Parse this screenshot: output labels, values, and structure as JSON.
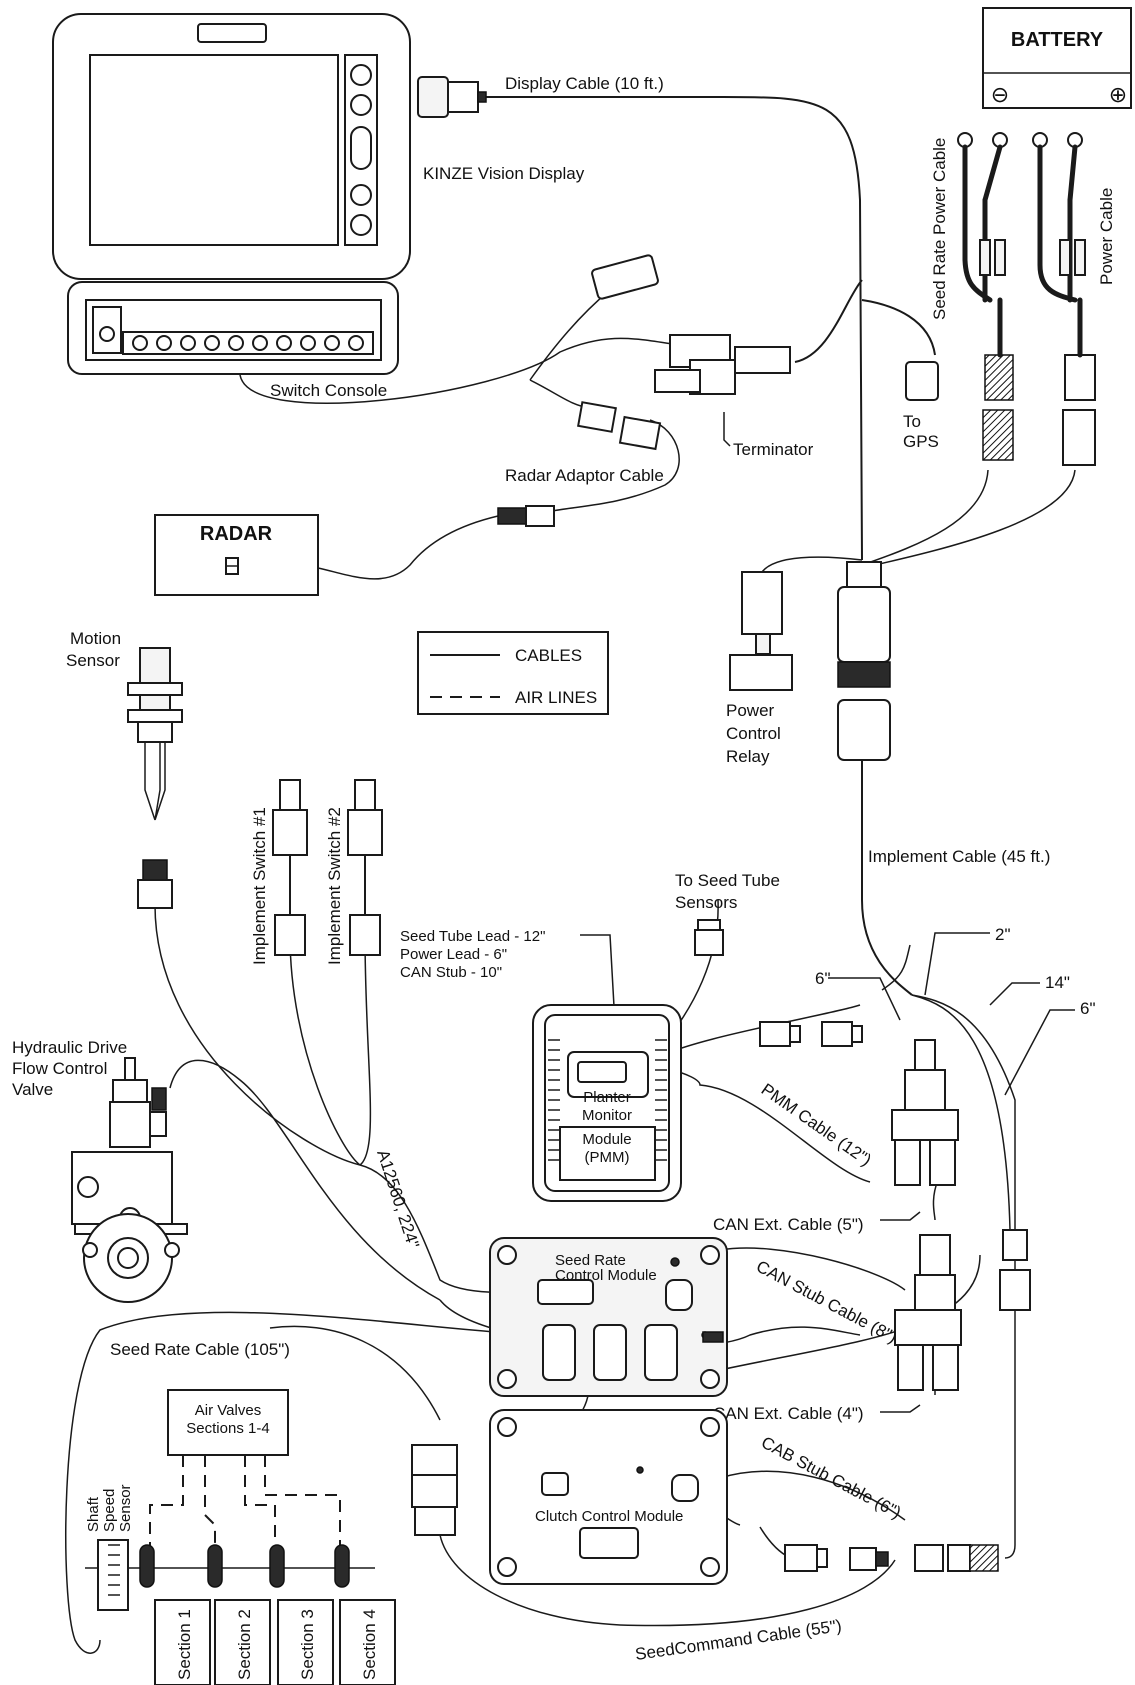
{
  "labels": {
    "battery": "BATTERY",
    "battery_neg": "⊖",
    "battery_pos": "⊕",
    "display_cable": "Display Cable (10 ft.)",
    "vision_display": "KINZE Vision Display",
    "seed_rate_power_cable": "Seed Rate Power Cable",
    "power_cable": "Power Cable",
    "switch_console": "Switch Console",
    "terminator": "Terminator",
    "to_gps_1": "To",
    "to_gps_2": "GPS",
    "radar_adaptor_cable": "Radar Adaptor Cable",
    "radar": "RADAR",
    "motion_sensor_1": "Motion",
    "motion_sensor_2": "Sensor",
    "legend_cables": "CABLES",
    "legend_air_lines": "AIR LINES",
    "power_control_relay_1": "Power",
    "power_control_relay_2": "Control",
    "power_control_relay_3": "Relay",
    "implement_switch_1": "Implement Switch #1",
    "implement_switch_2": "Implement Switch #2",
    "implement_cable": "Implement Cable (45 ft.)",
    "to_seed_tube_sensors_1": "To Seed Tube",
    "to_seed_tube_sensors_2": "Sensors",
    "seed_tube_lead": "Seed Tube Lead - 12\"",
    "power_lead": "Power Lead - 6\"",
    "can_stub": "CAN Stub - 10\"",
    "dim_2": "2\"",
    "dim_6a": "6\"",
    "dim_14": "14\"",
    "dim_6b": "6\"",
    "hydraulic_1": "Hydraulic Drive",
    "hydraulic_2": "Flow Control",
    "hydraulic_3": "Valve",
    "pmm_1": "Planter",
    "pmm_2": "Monitor",
    "pmm_3": "Module",
    "pmm_4": "(PMM)",
    "pmm_cable": "PMM Cable (12\")",
    "a12560": "A12560, 224\"",
    "can_ext_5": "CAN Ext. Cable (5\")",
    "srcm_1": "Seed Rate",
    "srcm_2": "Control Module",
    "can_stub_cable": "CAN Stub Cable (8\")",
    "seed_rate_cable": "Seed Rate Cable (105\")",
    "can_ext_4": "CAN Ext. Cable (4\")",
    "air_valves_1": "Air Valves",
    "air_valves_2": "Sections 1-4",
    "cab_stub_cable": "CAB Stub Cable (6\")",
    "shaft_speed_sensor_1": "Shaft",
    "shaft_speed_sensor_2": "Speed",
    "shaft_speed_sensor_3": "Sensor",
    "clutch_control_module": "Clutch Control Module",
    "seedcommand_cable": "SeedCommand Cable (55\")",
    "sections": [
      "Section 1",
      "Section 2",
      "Section 3",
      "Section 4"
    ]
  }
}
